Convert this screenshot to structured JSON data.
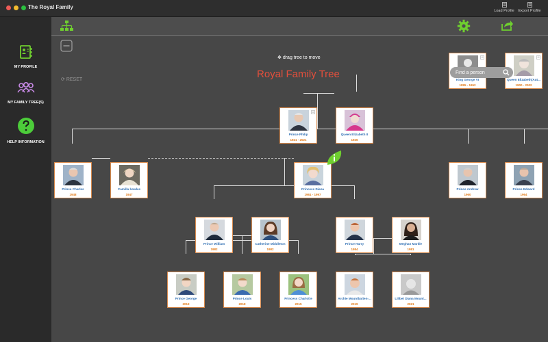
{
  "window": {
    "title": "The Royal Family"
  },
  "window_toolbar": {
    "load_label": "Load Profile",
    "export_label": "Export Profile"
  },
  "sidebar": {
    "items": [
      {
        "label": "MY PROFILE",
        "icon": "profile-book-icon"
      },
      {
        "label": "MY FAMILY TREE(S)",
        "icon": "family-group-icon"
      },
      {
        "label": "HELP INFORMATION",
        "icon": "question-icon"
      }
    ]
  },
  "canvas": {
    "title": "Royal Family Tree",
    "drag_hint": "drag tree to move",
    "reset_label": "RESET",
    "search_placeholder": "Find a person"
  },
  "colors": {
    "accent_green": "#6fcf2f",
    "accent_purple": "#c98be8",
    "title_red": "#e44f3c",
    "name_blue": "#2f6fb3",
    "years_orange": "#e27a17"
  },
  "people": [
    {
      "id": "george6",
      "name": "King George VI",
      "years": "1895 - 1952"
    },
    {
      "id": "qe",
      "name": "Queen Elizabeth(Aut...",
      "years": "1900 - 2002"
    },
    {
      "id": "philip",
      "name": "Prince Philip",
      "years": "1921 - 2021"
    },
    {
      "id": "eliz2",
      "name": "Queen Elizabeth II",
      "years": "1926"
    },
    {
      "id": "charles",
      "name": "Prince Charles",
      "years": "1948"
    },
    {
      "id": "camilla",
      "name": "Camilla bowles",
      "years": "1947"
    },
    {
      "id": "diana",
      "name": "Princess Diana",
      "years": "1961 - 1997"
    },
    {
      "id": "andrew",
      "name": "Prince Andrew",
      "years": "1960"
    },
    {
      "id": "edward",
      "name": "Prince Edward",
      "years": "1964"
    },
    {
      "id": "william",
      "name": "Prince William",
      "years": "1982"
    },
    {
      "id": "catherine",
      "name": "Catherine Middleton",
      "years": "1982"
    },
    {
      "id": "harry",
      "name": "Prince Harry",
      "years": "1984"
    },
    {
      "id": "meghan",
      "name": "Meghan Markle",
      "years": "1981"
    },
    {
      "id": "george",
      "name": "Prince George",
      "years": "2013"
    },
    {
      "id": "louis",
      "name": "Prince Louis",
      "years": "2018"
    },
    {
      "id": "charlotte",
      "name": "Princess Charlotte",
      "years": "2015"
    },
    {
      "id": "archie",
      "name": "Archie Mountbatten-...",
      "years": "2019"
    },
    {
      "id": "lilibet",
      "name": "Lilibet Diana Mount...",
      "years": "2021"
    }
  ]
}
